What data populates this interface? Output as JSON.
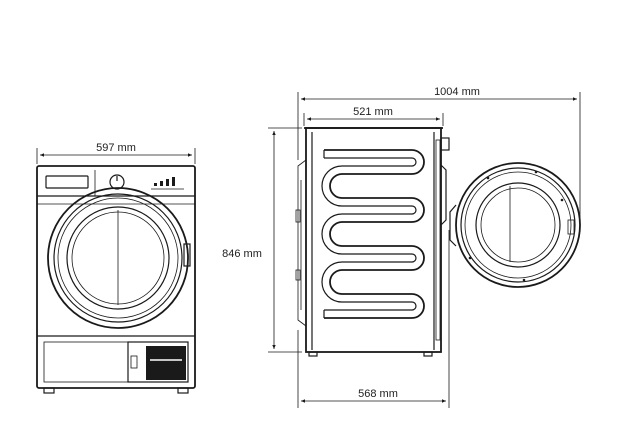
{
  "dimensions": {
    "width_front": "597 mm",
    "total_depth_open": "1004 mm",
    "top_depth": "521 mm",
    "height": "846 mm",
    "depth": "568 mm"
  }
}
